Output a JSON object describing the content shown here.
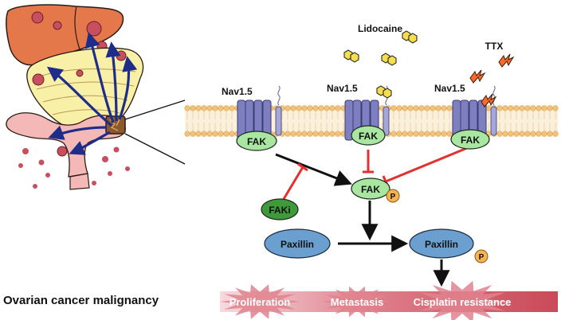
{
  "labels": {
    "lidocaine": "Lidocaine",
    "ttx": "TTX",
    "channel_1": "Nav1.5",
    "channel_2": "Nav1.5",
    "channel_3": "Nav1.5",
    "ovarian": "Ovarian cancer malignancy"
  },
  "nodes": {
    "fak_1": "FAK",
    "fak_2": "FAK",
    "fak_3": "FAK",
    "fak_p": "FAK",
    "fak_p_badge": "P",
    "faki": "FAKi",
    "paxillin": "Paxillin",
    "paxillin_p": "Paxillin",
    "paxillin_p_badge": "P"
  },
  "outcomes": [
    "Proliferation",
    "Metastasis",
    "Cisplatin resistance"
  ],
  "colors": {
    "membrane_head": "#f2c27a",
    "membrane_tail": "#f7e4c2",
    "channel": "#7d7fc0",
    "fak_fill": "#a9e6a2",
    "faki_fill": "#3f9a3c",
    "paxillin_fill": "#6a9fd0",
    "phospho_badge": "#f5b451",
    "activate_arrow": "#111111",
    "inhibit_arrow": "#e53030",
    "outcome_band": "#c94a58",
    "liver": "#e4784a",
    "tumor": "#c8505e",
    "vessel_arrow": "#1f2d8a"
  }
}
